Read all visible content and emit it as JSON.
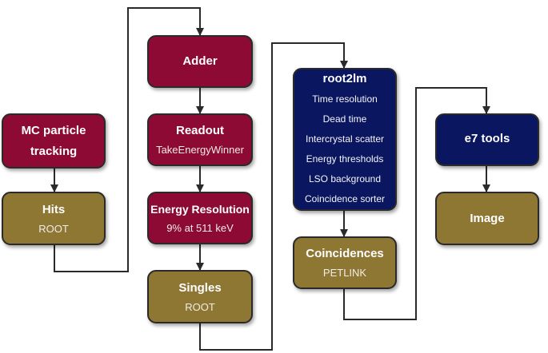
{
  "nodes": {
    "mc": {
      "title_lines": [
        "MC particle",
        "tracking"
      ]
    },
    "hits": {
      "title": "Hits",
      "sub": "ROOT"
    },
    "adder": {
      "title": "Adder"
    },
    "readout": {
      "title": "Readout",
      "sub": "TakeEnergyWinner"
    },
    "energy": {
      "title": "Energy Resolution",
      "sub": "9% at 511 keV"
    },
    "singles": {
      "title": "Singles",
      "sub": "ROOT"
    },
    "root2lm": {
      "title": "root2lm",
      "items": [
        "Time resolution",
        "Dead time",
        "Intercrystal scatter",
        "Energy thresholds",
        "LSO background",
        "Coincidence sorter"
      ]
    },
    "coincidences": {
      "title": "Coincidences",
      "sub": "PETLINK"
    },
    "e7": {
      "title": "e7 tools"
    },
    "image": {
      "title": "Image"
    }
  },
  "colors": {
    "crimson": "#8d0a34",
    "olive": "#8e7633",
    "navy": "#0a1660",
    "connector": "#2a2a2a"
  }
}
